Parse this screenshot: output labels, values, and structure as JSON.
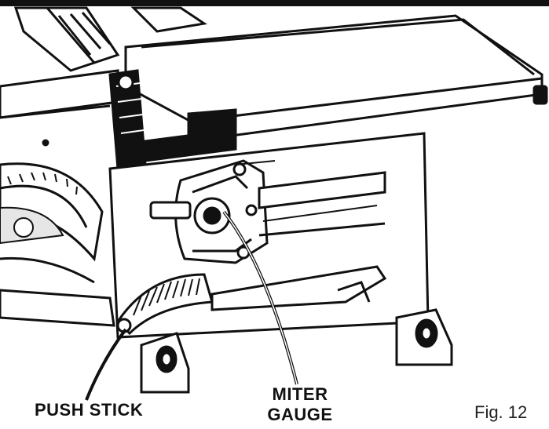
{
  "figure": {
    "caption": "Fig. 12"
  },
  "callouts": {
    "push_stick": "PUSH STICK",
    "miter_gauge_line1": "MITER",
    "miter_gauge_line2": "GAUGE"
  },
  "colors": {
    "line": "#111111",
    "background": "#ffffff",
    "shade": "#d9d9d9"
  }
}
